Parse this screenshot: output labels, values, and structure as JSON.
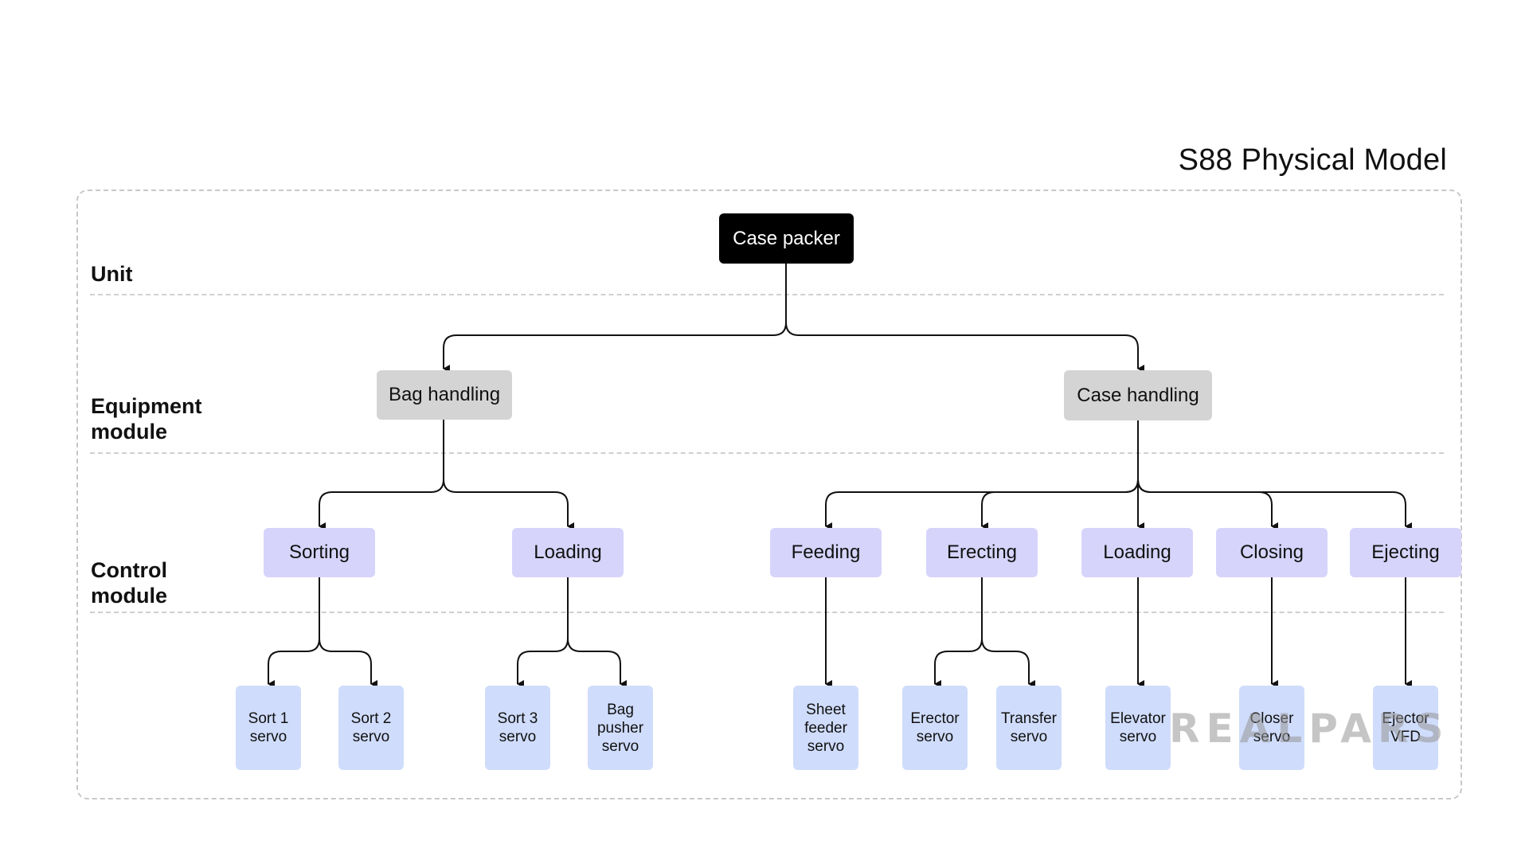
{
  "title": "S88 Physical Model",
  "levels": {
    "unit": "Unit",
    "equipment_module_1": "Equipment",
    "equipment_module_2": "module",
    "control_module_1": "Control",
    "control_module_2": "module"
  },
  "unit": "Case packer",
  "equipment_modules": [
    "Bag handling",
    "Case handling"
  ],
  "control_modules": [
    "Sorting",
    "Loading",
    "Feeding",
    "Erecting",
    "Loading",
    "Closing",
    "Ejecting"
  ],
  "devices": [
    [
      "Sort 1",
      "servo"
    ],
    [
      "Sort 2",
      "servo"
    ],
    [
      "Sort 3",
      "servo"
    ],
    [
      "Bag",
      "pusher",
      "servo"
    ],
    [
      "Sheet",
      "feeder",
      "servo"
    ],
    [
      "Erector",
      "servo"
    ],
    [
      "Transfer",
      "servo"
    ],
    [
      "Elevator",
      "servo"
    ],
    [
      "Closer",
      "servo"
    ],
    [
      "Ejector",
      "VFD"
    ]
  ],
  "watermark": "REALPARS",
  "colors": {
    "unit_fill": "#000000",
    "equipment_fill": "#d4d4d4",
    "control_fill": "#d6d4fb",
    "device_fill": "#cfdcfb",
    "dashed_line": "#cfcfcf"
  }
}
